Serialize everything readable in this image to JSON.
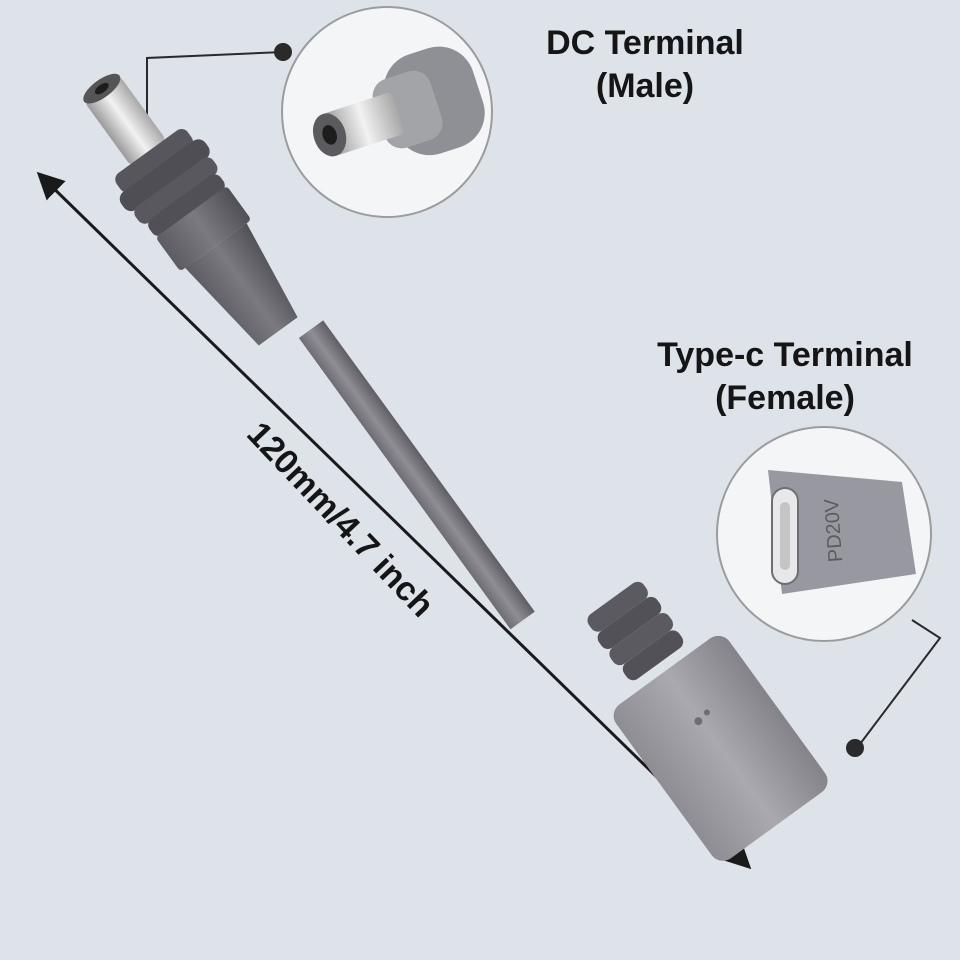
{
  "labels": {
    "dc_terminal_line1": "DC Terminal",
    "dc_terminal_line2": "(Male)",
    "typec_terminal_line1": "Type-c Terminal",
    "typec_terminal_line2": "(Female)",
    "length": "120mm/4.7 inch",
    "port_marking": "PD20V"
  },
  "colors": {
    "background": "#dde3e9",
    "cable": "#7c7c82",
    "text": "#151515"
  }
}
